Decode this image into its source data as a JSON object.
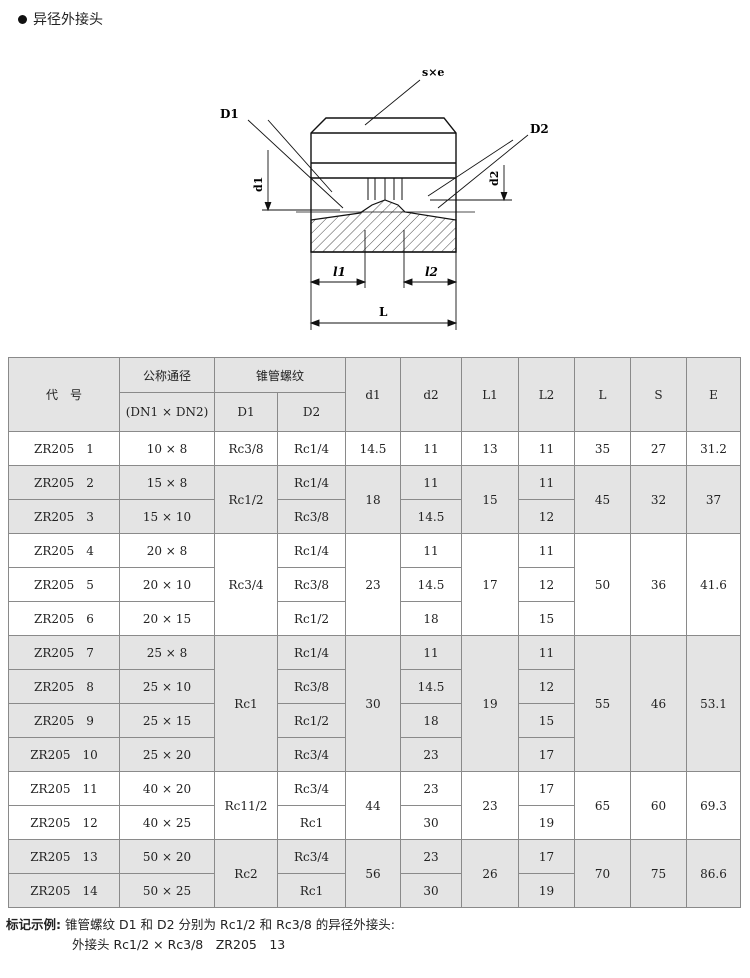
{
  "title": "异径外接头",
  "diagram": {
    "label_sxe": "s×e",
    "label_D1": "D1",
    "label_D2": "D2",
    "label_d1": "d1",
    "label_d2": "d2",
    "label_l1": "l1",
    "label_l2": "l2",
    "label_L": "L"
  },
  "table": {
    "headers": {
      "code": "代　号",
      "nominal": "公称通径",
      "nominal_sub": "(DN1 × DN2)",
      "thread": "锥管螺纹",
      "D1": "D1",
      "D2": "D2",
      "d1": "d1",
      "d2": "d2",
      "L1": "L1",
      "L2": "L2",
      "L": "L",
      "S": "S",
      "E": "E"
    },
    "groups": [
      {
        "D1": "Rc3/8",
        "d1": "14.5",
        "L1": "13",
        "L": "35",
        "S": "27",
        "E": "31.2",
        "rows": [
          {
            "code": "ZR205　1",
            "dn": "10 × 8",
            "D2": "Rc1/4",
            "d2": "11",
            "L2": "11"
          }
        ]
      },
      {
        "D1": "Rc1/2",
        "d1": "18",
        "L1": "15",
        "L": "45",
        "S": "32",
        "E": "37",
        "rows": [
          {
            "code": "ZR205　2",
            "dn": "15 × 8",
            "D2": "Rc1/4",
            "d2": "11",
            "L2": "11"
          },
          {
            "code": "ZR205　3",
            "dn": "15 × 10",
            "D2": "Rc3/8",
            "d2": "14.5",
            "L2": "12"
          }
        ]
      },
      {
        "D1": "Rc3/4",
        "d1": "23",
        "L1": "17",
        "L": "50",
        "S": "36",
        "E": "41.6",
        "rows": [
          {
            "code": "ZR205　4",
            "dn": "20 × 8",
            "D2": "Rc1/4",
            "d2": "11",
            "L2": "11"
          },
          {
            "code": "ZR205　5",
            "dn": "20 × 10",
            "D2": "Rc3/8",
            "d2": "14.5",
            "L2": "12"
          },
          {
            "code": "ZR205　6",
            "dn": "20 × 15",
            "D2": "Rc1/2",
            "d2": "18",
            "L2": "15"
          }
        ]
      },
      {
        "D1": "Rc1",
        "d1": "30",
        "L1": "19",
        "L": "55",
        "S": "46",
        "E": "53.1",
        "rows": [
          {
            "code": "ZR205　7",
            "dn": "25 × 8",
            "D2": "Rc1/4",
            "d2": "11",
            "L2": "11"
          },
          {
            "code": "ZR205　8",
            "dn": "25 × 10",
            "D2": "Rc3/8",
            "d2": "14.5",
            "L2": "12"
          },
          {
            "code": "ZR205　9",
            "dn": "25 × 15",
            "D2": "Rc1/2",
            "d2": "18",
            "L2": "15"
          },
          {
            "code": "ZR205　10",
            "dn": "25 × 20",
            "D2": "Rc3/4",
            "d2": "23",
            "L2": "17"
          }
        ]
      },
      {
        "D1": "Rc11/2",
        "d1": "44",
        "L1": "23",
        "L": "65",
        "S": "60",
        "E": "69.3",
        "rows": [
          {
            "code": "ZR205　11",
            "dn": "40 × 20",
            "D2": "Rc3/4",
            "d2": "23",
            "L2": "17"
          },
          {
            "code": "ZR205　12",
            "dn": "40 × 25",
            "D2": "Rc1",
            "d2": "30",
            "L2": "19"
          }
        ]
      },
      {
        "D1": "Rc2",
        "d1": "56",
        "L1": "26",
        "L": "70",
        "S": "75",
        "E": "86.6",
        "rows": [
          {
            "code": "ZR205　13",
            "dn": "50 × 20",
            "D2": "Rc3/4",
            "d2": "23",
            "L2": "17"
          },
          {
            "code": "ZR205　14",
            "dn": "50 × 25",
            "D2": "Rc1",
            "d2": "30",
            "L2": "19"
          }
        ]
      }
    ]
  },
  "note": {
    "label": "标记示例:",
    "line1": "锥管螺纹 D1 和 D2 分别为 Rc1/2 和 Rc3/8 的异径外接头:",
    "line2": "外接头 Rc1/2 × Rc3/8　ZR205　13"
  }
}
